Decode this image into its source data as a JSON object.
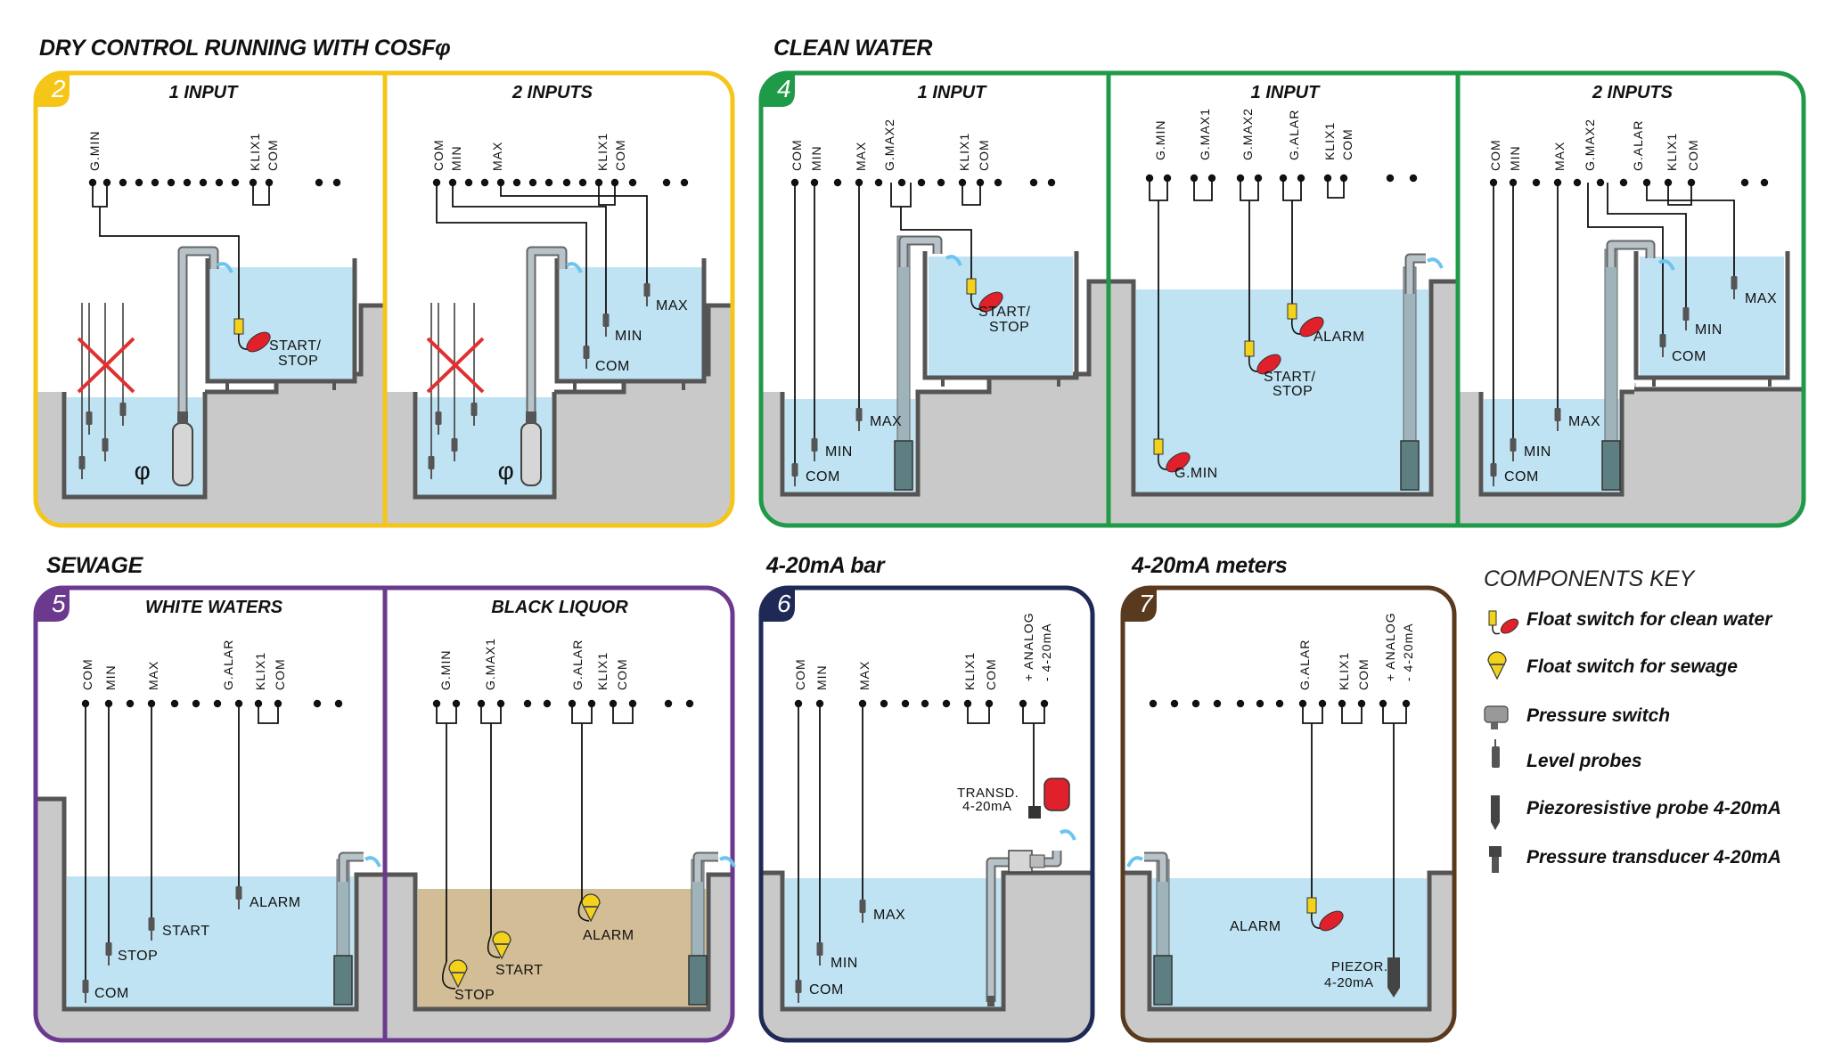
{
  "colors": {
    "yellow": "#f5c518",
    "green": "#1f9a48",
    "purple": "#6b3a8e",
    "navy": "#1e2a55",
    "brown": "#5a3a1e",
    "water": "#bfe3f3",
    "ground": "#c9c9c9",
    "sewage": "#d3bd96",
    "float_red": "#e0202a",
    "x_red": "#e03030"
  },
  "sections": [
    {
      "title": "DRY CONTROL RUNNING WITH COSFφ"
    },
    {
      "title": "CLEAN WATER"
    },
    {
      "title": "SEWAGE"
    },
    {
      "title": "4-20mA bar"
    },
    {
      "title": "4-20mA meters"
    }
  ],
  "panels": [
    {
      "number": "2",
      "subpanels": [
        {
          "title": "1 INPUT",
          "terminals": [
            "G.MIN",
            "KLIX1",
            "COM"
          ],
          "labels": [
            "START/",
            "STOP"
          ],
          "symbol": "φ"
        },
        {
          "title": "2 INPUTS",
          "terminals": [
            "COM",
            "MIN",
            "MAX",
            "KLIX1",
            "COM"
          ],
          "labels": [
            "MAX",
            "MIN",
            "COM"
          ],
          "symbol": "φ"
        }
      ]
    },
    {
      "number": "4",
      "subpanels": [
        {
          "title": "1 INPUT",
          "terminals": [
            "COM",
            "MIN",
            "MAX",
            "G.MAX2",
            "KLIX1",
            "COM"
          ],
          "labels": [
            "START/",
            "STOP",
            "MAX",
            "MIN",
            "COM"
          ]
        },
        {
          "title": "1 INPUT",
          "terminals": [
            "G.MIN",
            "G.MAX1",
            "G.MAX2",
            "G.ALAR",
            "KLIX1",
            "COM"
          ],
          "labels": [
            "ALARM",
            "START/",
            "STOP",
            "G.MIN"
          ]
        },
        {
          "title": "2 INPUTS",
          "terminals": [
            "COM",
            "MIN",
            "MAX",
            "G.MAX2",
            "G.ALAR",
            "KLIX1",
            "COM"
          ],
          "labels": [
            "MAX",
            "MIN",
            "COM",
            "MAX",
            "MIN",
            "COM"
          ]
        }
      ]
    },
    {
      "number": "5",
      "subpanels": [
        {
          "title": "WHITE WATERS",
          "terminals": [
            "COM",
            "MIN",
            "MAX",
            "G.ALAR",
            "KLIX1",
            "COM"
          ],
          "labels": [
            "ALARM",
            "START",
            "STOP",
            "COM"
          ]
        },
        {
          "title": "BLACK LIQUOR",
          "terminals": [
            "G.MIN",
            "G.MAX1",
            "G.ALAR",
            "KLIX1",
            "COM"
          ],
          "labels": [
            "ALARM",
            "START",
            "STOP"
          ]
        }
      ]
    },
    {
      "number": "6",
      "subpanels": [
        {
          "title": "",
          "terminals": [
            "COM",
            "MIN",
            "MAX",
            "KLIX1",
            "COM",
            "+ ANALOG",
            "- 4-20mA"
          ],
          "labels": [
            "TRANSD.",
            "4-20mA",
            "MAX",
            "MIN",
            "COM"
          ]
        }
      ]
    },
    {
      "number": "7",
      "subpanels": [
        {
          "title": "",
          "terminals": [
            "G.ALAR",
            "KLIX1",
            "COM",
            "+ ANALOG",
            "- 4-20mA"
          ],
          "labels": [
            "ALARM",
            "PIEZOR.",
            "4-20mA"
          ]
        }
      ]
    }
  ],
  "components_key": {
    "title": "COMPONENTS KEY",
    "items": [
      {
        "label": "Float switch for clean water",
        "icon": "float-switch-clean-icon"
      },
      {
        "label": "Float switch for sewage",
        "icon": "float-switch-sewage-icon"
      },
      {
        "label": "Pressure switch",
        "icon": "pressure-switch-icon"
      },
      {
        "label": "Level probes",
        "icon": "level-probe-icon"
      },
      {
        "label": "Piezoresistive probe 4-20mA",
        "icon": "piezoresistive-probe-icon"
      },
      {
        "label": "Pressure transducer 4-20mA",
        "icon": "pressure-transducer-icon"
      }
    ]
  }
}
